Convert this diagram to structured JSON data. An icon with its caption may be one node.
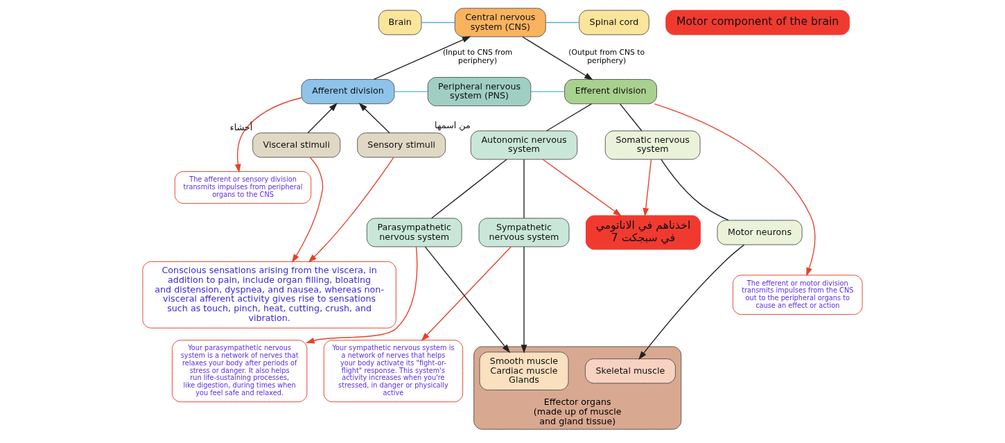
{
  "diagram": {
    "nodes": [
      {
        "text": [
          "Brain"
        ]
      },
      {
        "text": [
          "Central nervous system (CNS)"
        ]
      },
      {
        "text": [
          "Spinal cord"
        ]
      },
      {
        "text": [
          "Afferent division"
        ]
      },
      {
        "text": [
          "Peripheral nervous system (PNS)"
        ]
      },
      {
        "text": [
          "Efferent division"
        ]
      },
      {
        "text": [
          "Sensory stimuli"
        ]
      },
      {
        "text": [
          "Visceral stimuli"
        ],
        "beside": [
          "أحشاء"
        ]
      },
      {
        "text": [
          "Somatic nervous system"
        ]
      },
      {
        "text": [
          "Autonomic nervous system"
        ],
        "beside": [
          "من اسمها"
        ]
      },
      {
        "text": [
          "Motor neurons"
        ]
      },
      {
        "text": [
          "Sympathetic nervous system"
        ]
      },
      {
        "text": [
          "Parasympathetic nervous system"
        ]
      },
      {
        "text": [
          "Effector organs",
          "(made up of muscle and gland tissue)"
        ]
      },
      {
        "text": [
          "Skeletal muscle"
        ],
        "in": 13
      },
      {
        "text": [
          "Smooth muscle Cardiac muscle Glands"
        ],
        "in": 13
      },
      {
        "text": [
          "The afferent or sensory division transmits impulses from peripheral organs to the CNS"
        ]
      },
      {
        "text": [
          "The efferent or motor division transmits impulses from the CNS out to the peripheral organs to cause an effect or action"
        ]
      },
      {
        "text": [
          "Motor component of the brain"
        ]
      },
      {
        "text": [
          "Conscious sensations arising from the viscera, in addition to pain, include organ filling, bloating and distension, dyspnea, and nausea, whereas non-visceral afferent activity gives rise to sensations such as touch, pinch, heat, cutting, crush, and vibration."
        ]
      },
      {
        "text": [
          "اخذناهم في الاناتومي",
          "في سبجكت 7"
        ]
      },
      {
        "text": [
          "Your sympathetic nervous system is a network of nerves that helps your body activate its \"fight-or-flight\" response. This system's activity increases when you're stressed, in danger or physically active"
        ]
      },
      {
        "text": [
          "Your parasympathetic nervous system is a network of nerves that relaxes your body after periods of stress or danger. It also helps run life-sustaining processes, like digestion, during times when you feel safe and relaxed."
        ]
      }
    ],
    "edges": [
      {
        "from": 0,
        "to": 1,
        "arrow": "none",
        "color": "#4fb3d0"
      },
      {
        "from": 1,
        "to": 2,
        "arrow": "none",
        "color": "#4fb3d0"
      },
      {
        "from": 3,
        "to": 1,
        "arrow": "to",
        "label": "(Input to CNS from periphery)"
      },
      {
        "from": 1,
        "to": 5,
        "arrow": "to",
        "label": "(Output from CNS to periphery)"
      },
      {
        "from": 3,
        "to": 4,
        "arrow": "none",
        "color": "#4fb3d0"
      },
      {
        "from": 4,
        "to": 5,
        "arrow": "none",
        "color": "#4fb3d0"
      },
      {
        "from": 6,
        "to": 3,
        "arrow": "to"
      },
      {
        "from": 7,
        "to": 3,
        "arrow": "to"
      },
      {
        "from": 5,
        "to": 8,
        "arrow": "none"
      },
      {
        "from": 5,
        "to": 9,
        "arrow": "none"
      },
      {
        "from": 8,
        "to": 10,
        "arrow": "none"
      },
      {
        "from": 9,
        "to": 11,
        "arrow": "none"
      },
      {
        "from": 9,
        "to": 12,
        "arrow": "none"
      },
      {
        "from": 10,
        "to": 14,
        "arrow": "to"
      },
      {
        "from": 11,
        "to": 15,
        "arrow": "to"
      },
      {
        "from": 12,
        "to": 15,
        "arrow": "to"
      },
      {
        "from": 3,
        "to": 16,
        "arrow": "to",
        "color": "#e8402a"
      },
      {
        "from": 5,
        "to": 17,
        "arrow": "to",
        "color": "#e8402a"
      },
      {
        "from": 6,
        "to": 19,
        "arrow": "to",
        "color": "#e8402a"
      },
      {
        "from": 7,
        "to": 19,
        "arrow": "to",
        "color": "#e8402a"
      },
      {
        "from": 8,
        "to": 20,
        "arrow": "to",
        "color": "#e8402a"
      },
      {
        "from": 9,
        "to": 20,
        "arrow": "to",
        "color": "#e8402a"
      },
      {
        "from": 11,
        "to": 21,
        "arrow": "to",
        "color": "#e8402a"
      },
      {
        "from": 12,
        "to": 22,
        "arrow": "to",
        "color": "#e8402a"
      }
    ]
  }
}
